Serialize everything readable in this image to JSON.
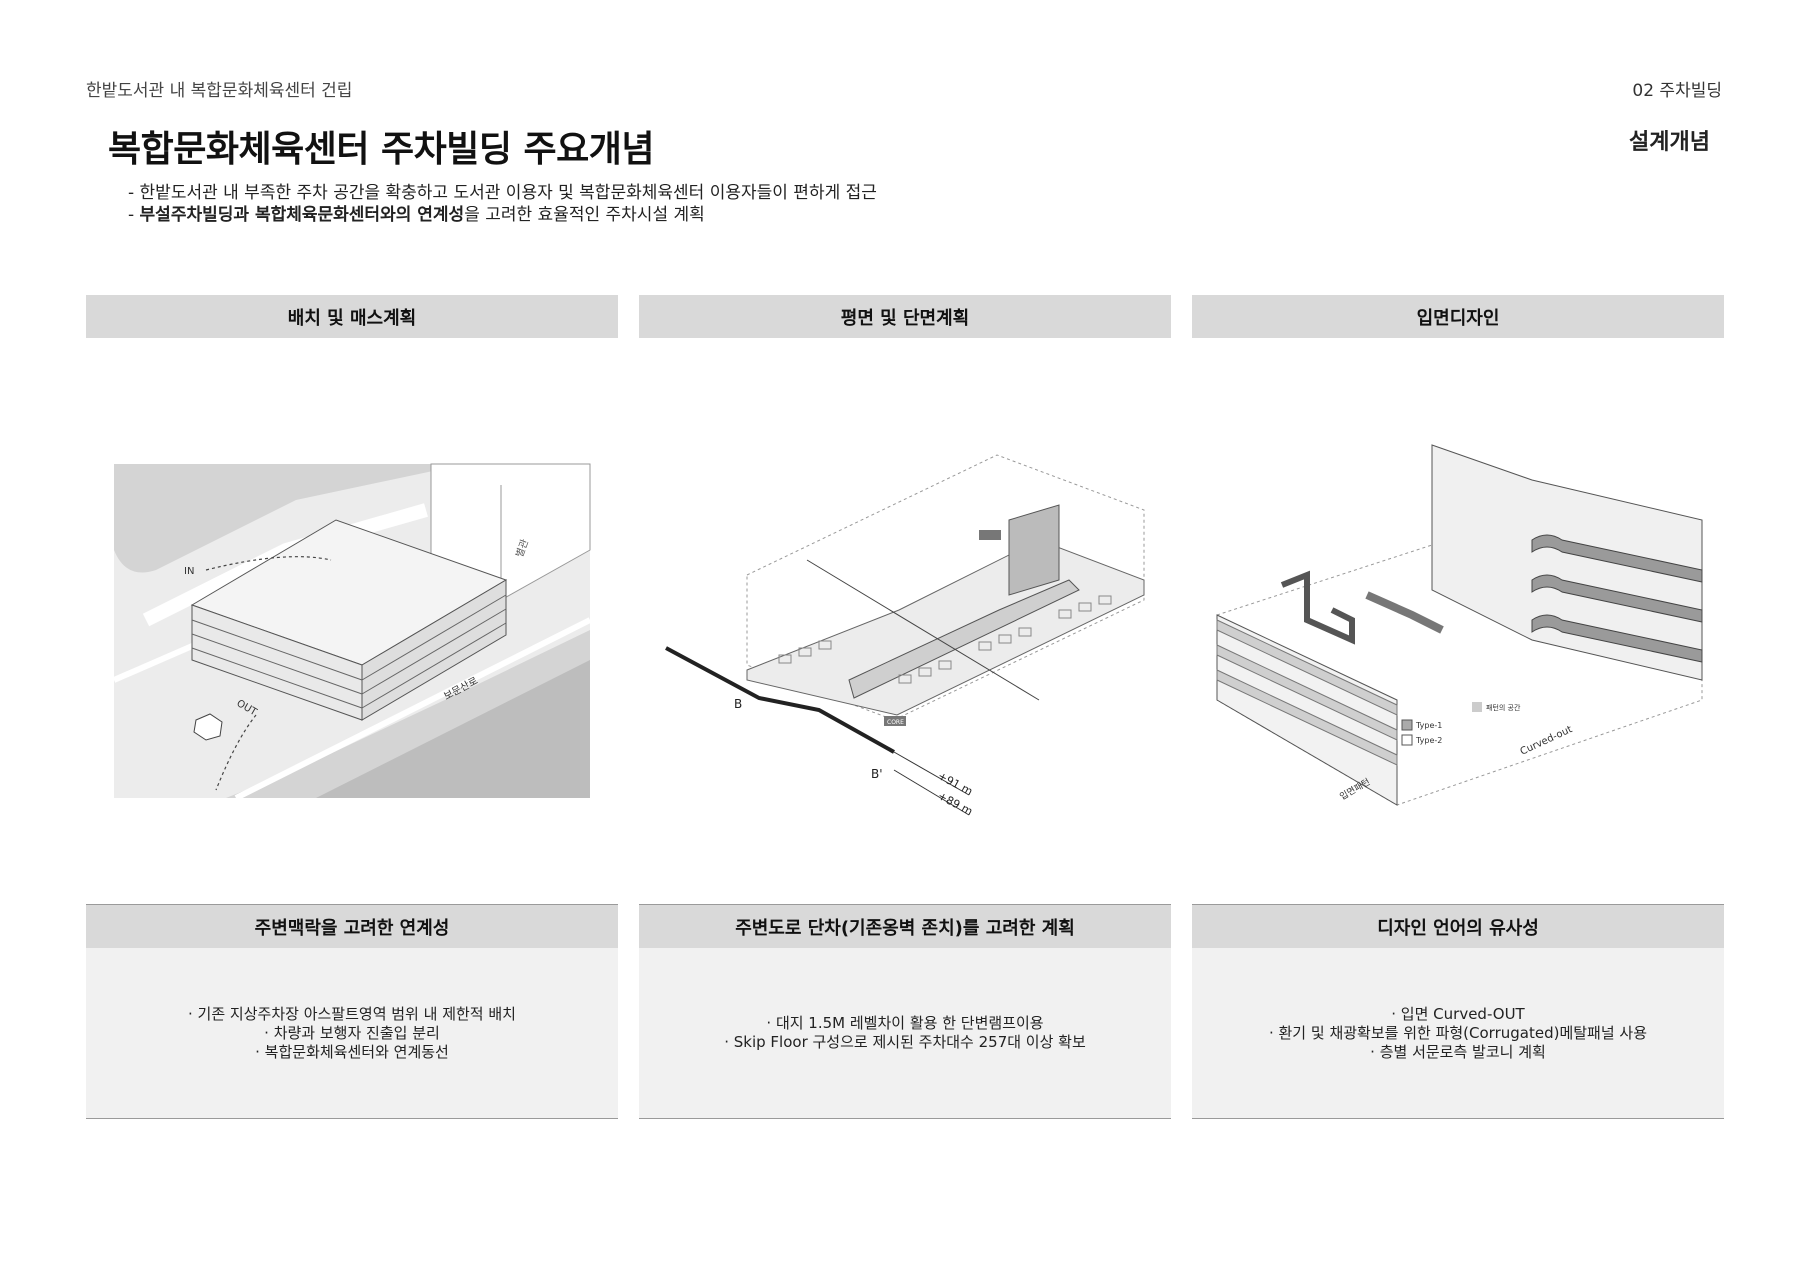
{
  "header": {
    "project": "한밭도서관 내 복합문화체육센터 건립",
    "section": "02 주차빌딩",
    "title": "복합문화체육센터 주차빌딩 주요개념",
    "category": "설계개념"
  },
  "intro": {
    "line1": "- 한밭도서관 내 부족한 주차 공간을 확충하고 도서관 이용자 및 복합문화체육센터 이용자들이 편하게 접근",
    "line2_prefix": "- ",
    "line2_bold1": "부설주차빌딩과 복합체육문화센터와의 연계성",
    "line2_rest": "을 고려한 효율적인 주차시설 계획"
  },
  "columns": [
    {
      "header": "배치 및 매스계획",
      "diagram_labels": {
        "in": "IN",
        "out": "OUT",
        "annex": "별관",
        "road": "보문산로"
      },
      "bottom_header": "주변맥락을 고려한 연계성",
      "bullets": [
        "· 기존 지상주차장 아스팔트영역 범위 내 제한적 배치",
        "· 차량과 보행자 진출입 분리",
        "· 복합문화체육센터와 연계동선"
      ]
    },
    {
      "header": "평면 및 단면계획",
      "diagram_labels": {
        "b": "B",
        "b_prime": "B'",
        "level_high": "+91 m",
        "level_low": "+89 m",
        "core": "CORE"
      },
      "bottom_header": "주변도로 단차(기존옹벽 존치)를 고려한 계획",
      "bullets": [
        "· 대지 1.5M 레벨차이 활용 한 단변램프이용",
        "· Skip Floor 구성으로 제시된 주차대수 257대 이상 확보"
      ]
    },
    {
      "header": "입면디자인",
      "diagram_labels": {
        "type1": "Type-1",
        "type2": "Type-2",
        "curved": "Curved-out",
        "facade": "입면패턴",
        "legend": "패턴의 공간"
      },
      "bottom_header": "디자인 언어의 유사성",
      "bullets": [
        "· 입면 Curved-OUT",
        "· 환기 및 채광확보를 위한 파형(Corrugated)메탈패널 사용",
        "· 층별 서문로측 발코니 계획"
      ]
    }
  ]
}
